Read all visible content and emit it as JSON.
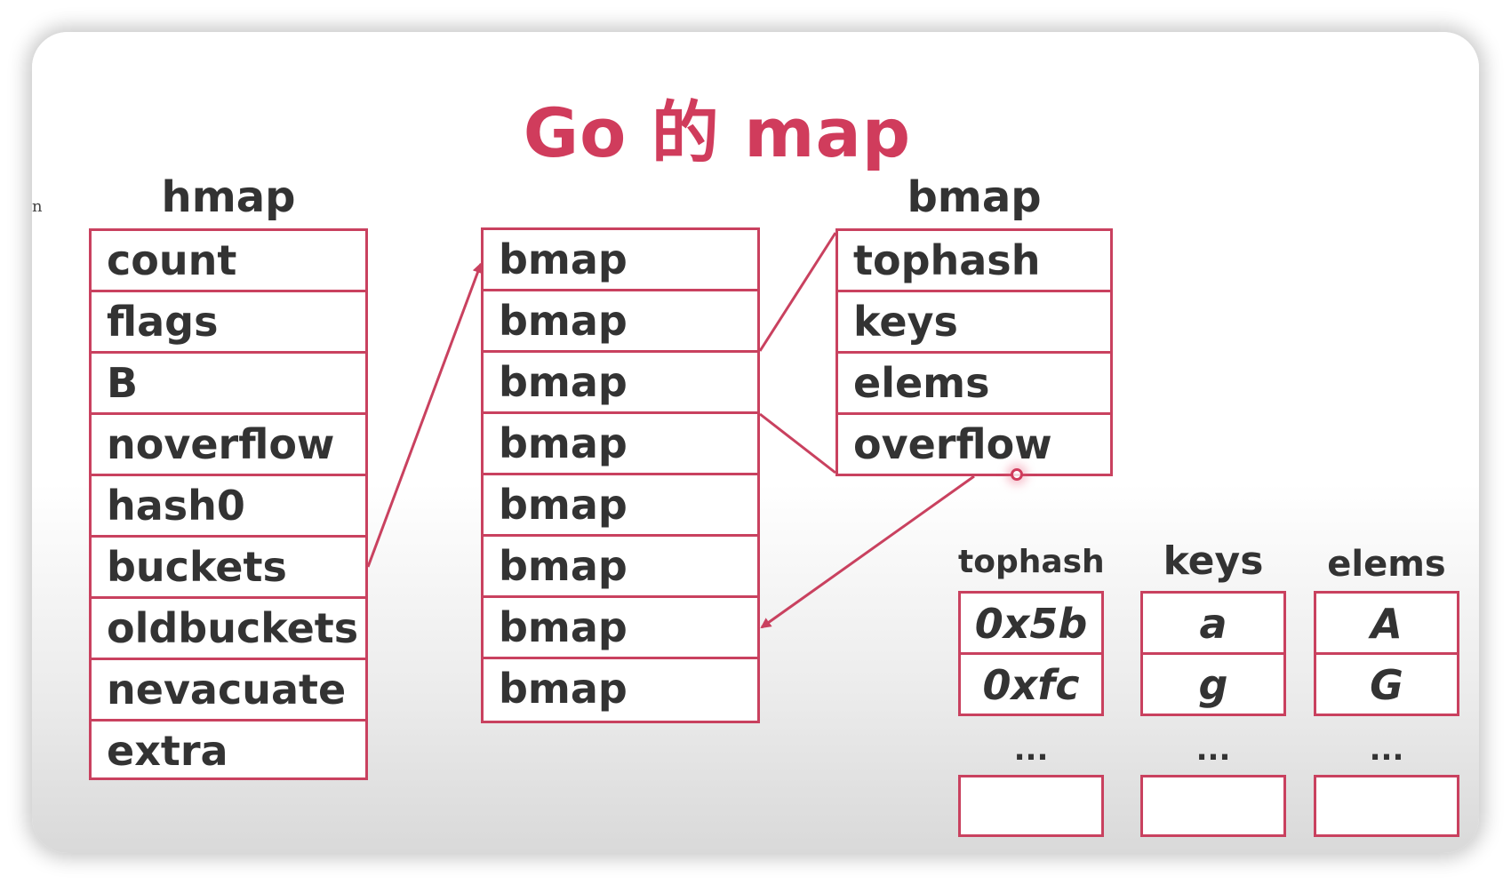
{
  "title": "Go 的 map",
  "edge_glyph": "n",
  "hmap": {
    "label": "hmap",
    "fields": [
      "count",
      "flags",
      "B",
      "noverflow",
      "hash0",
      "buckets",
      "oldbuckets",
      "nevacuate",
      "extra"
    ]
  },
  "buckets": {
    "cells": [
      "bmap",
      "bmap",
      "bmap",
      "bmap",
      "bmap",
      "bmap",
      "bmap",
      "bmap"
    ]
  },
  "bmap": {
    "label": "bmap",
    "fields": [
      "tophash",
      "keys",
      "elems",
      "overflow"
    ]
  },
  "detail": {
    "tophash": {
      "label": "tophash",
      "values": [
        "0x5b",
        "0xfc"
      ],
      "ellipsis": "..."
    },
    "keys": {
      "label": "keys",
      "values": [
        "a",
        "g"
      ],
      "ellipsis": "..."
    },
    "elems": {
      "label": "elems",
      "values": [
        "A",
        "G"
      ],
      "ellipsis": "..."
    }
  },
  "colors": {
    "accent": "#c9415f",
    "title": "#d03c5c",
    "text": "#333333"
  }
}
